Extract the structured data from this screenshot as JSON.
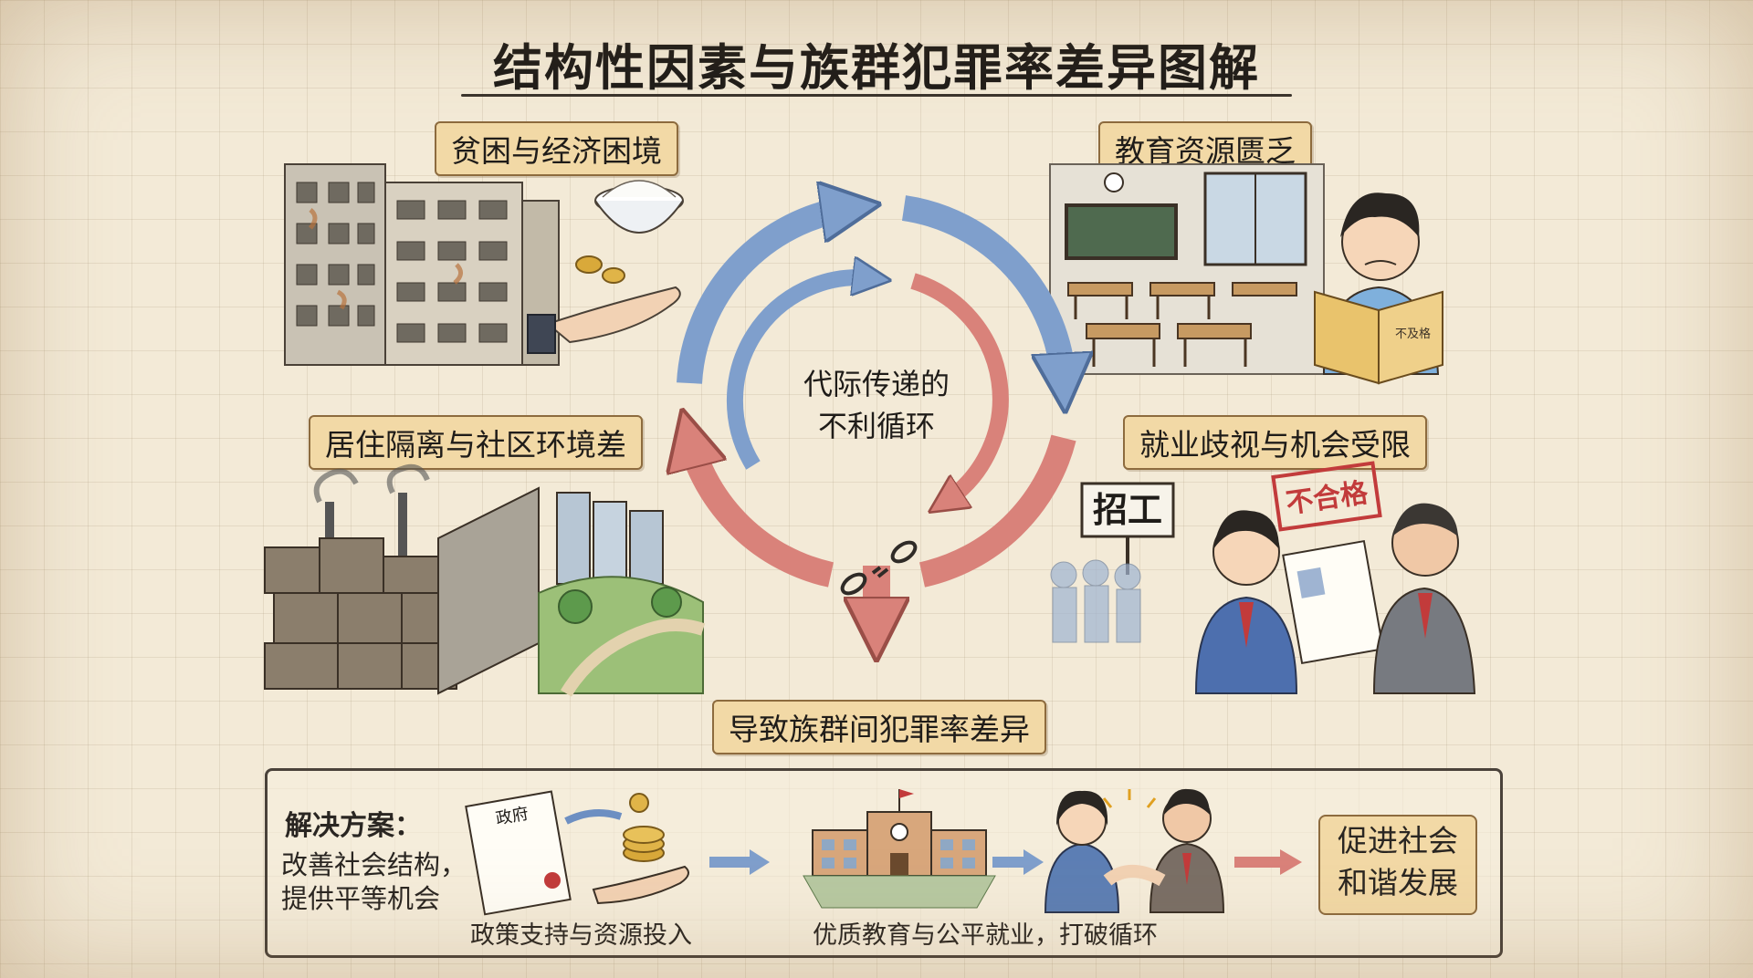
{
  "title": "结构性因素与族群犯罪率差异图解",
  "factors": {
    "poverty": "贫困与经济困境",
    "education": "教育资源匮乏",
    "housing": "居住隔离与社区环境差",
    "employment": "就业歧视与机会受限"
  },
  "cycle": {
    "center_line1": "代际传递的",
    "center_line2": "不利循环",
    "result": "导致族群间犯罪率差异"
  },
  "scene_text": {
    "recruit_sign": "招工",
    "reject_stamp": "不合格",
    "government_doc": "政府",
    "book_title": "不及格"
  },
  "solution": {
    "heading": "解决方案：",
    "line1": "改善社会结构，",
    "line2": "提供平等机会",
    "step1_caption": "政策支持与资源投入",
    "step2_caption": "优质教育与公平就业，打破循环",
    "final_line1": "促进社会",
    "final_line2": "和谐发展"
  },
  "colors": {
    "blue_arrow": "#7f9fcc",
    "red_arrow": "#d9827a",
    "label_fill": "#f2d9a6"
  }
}
